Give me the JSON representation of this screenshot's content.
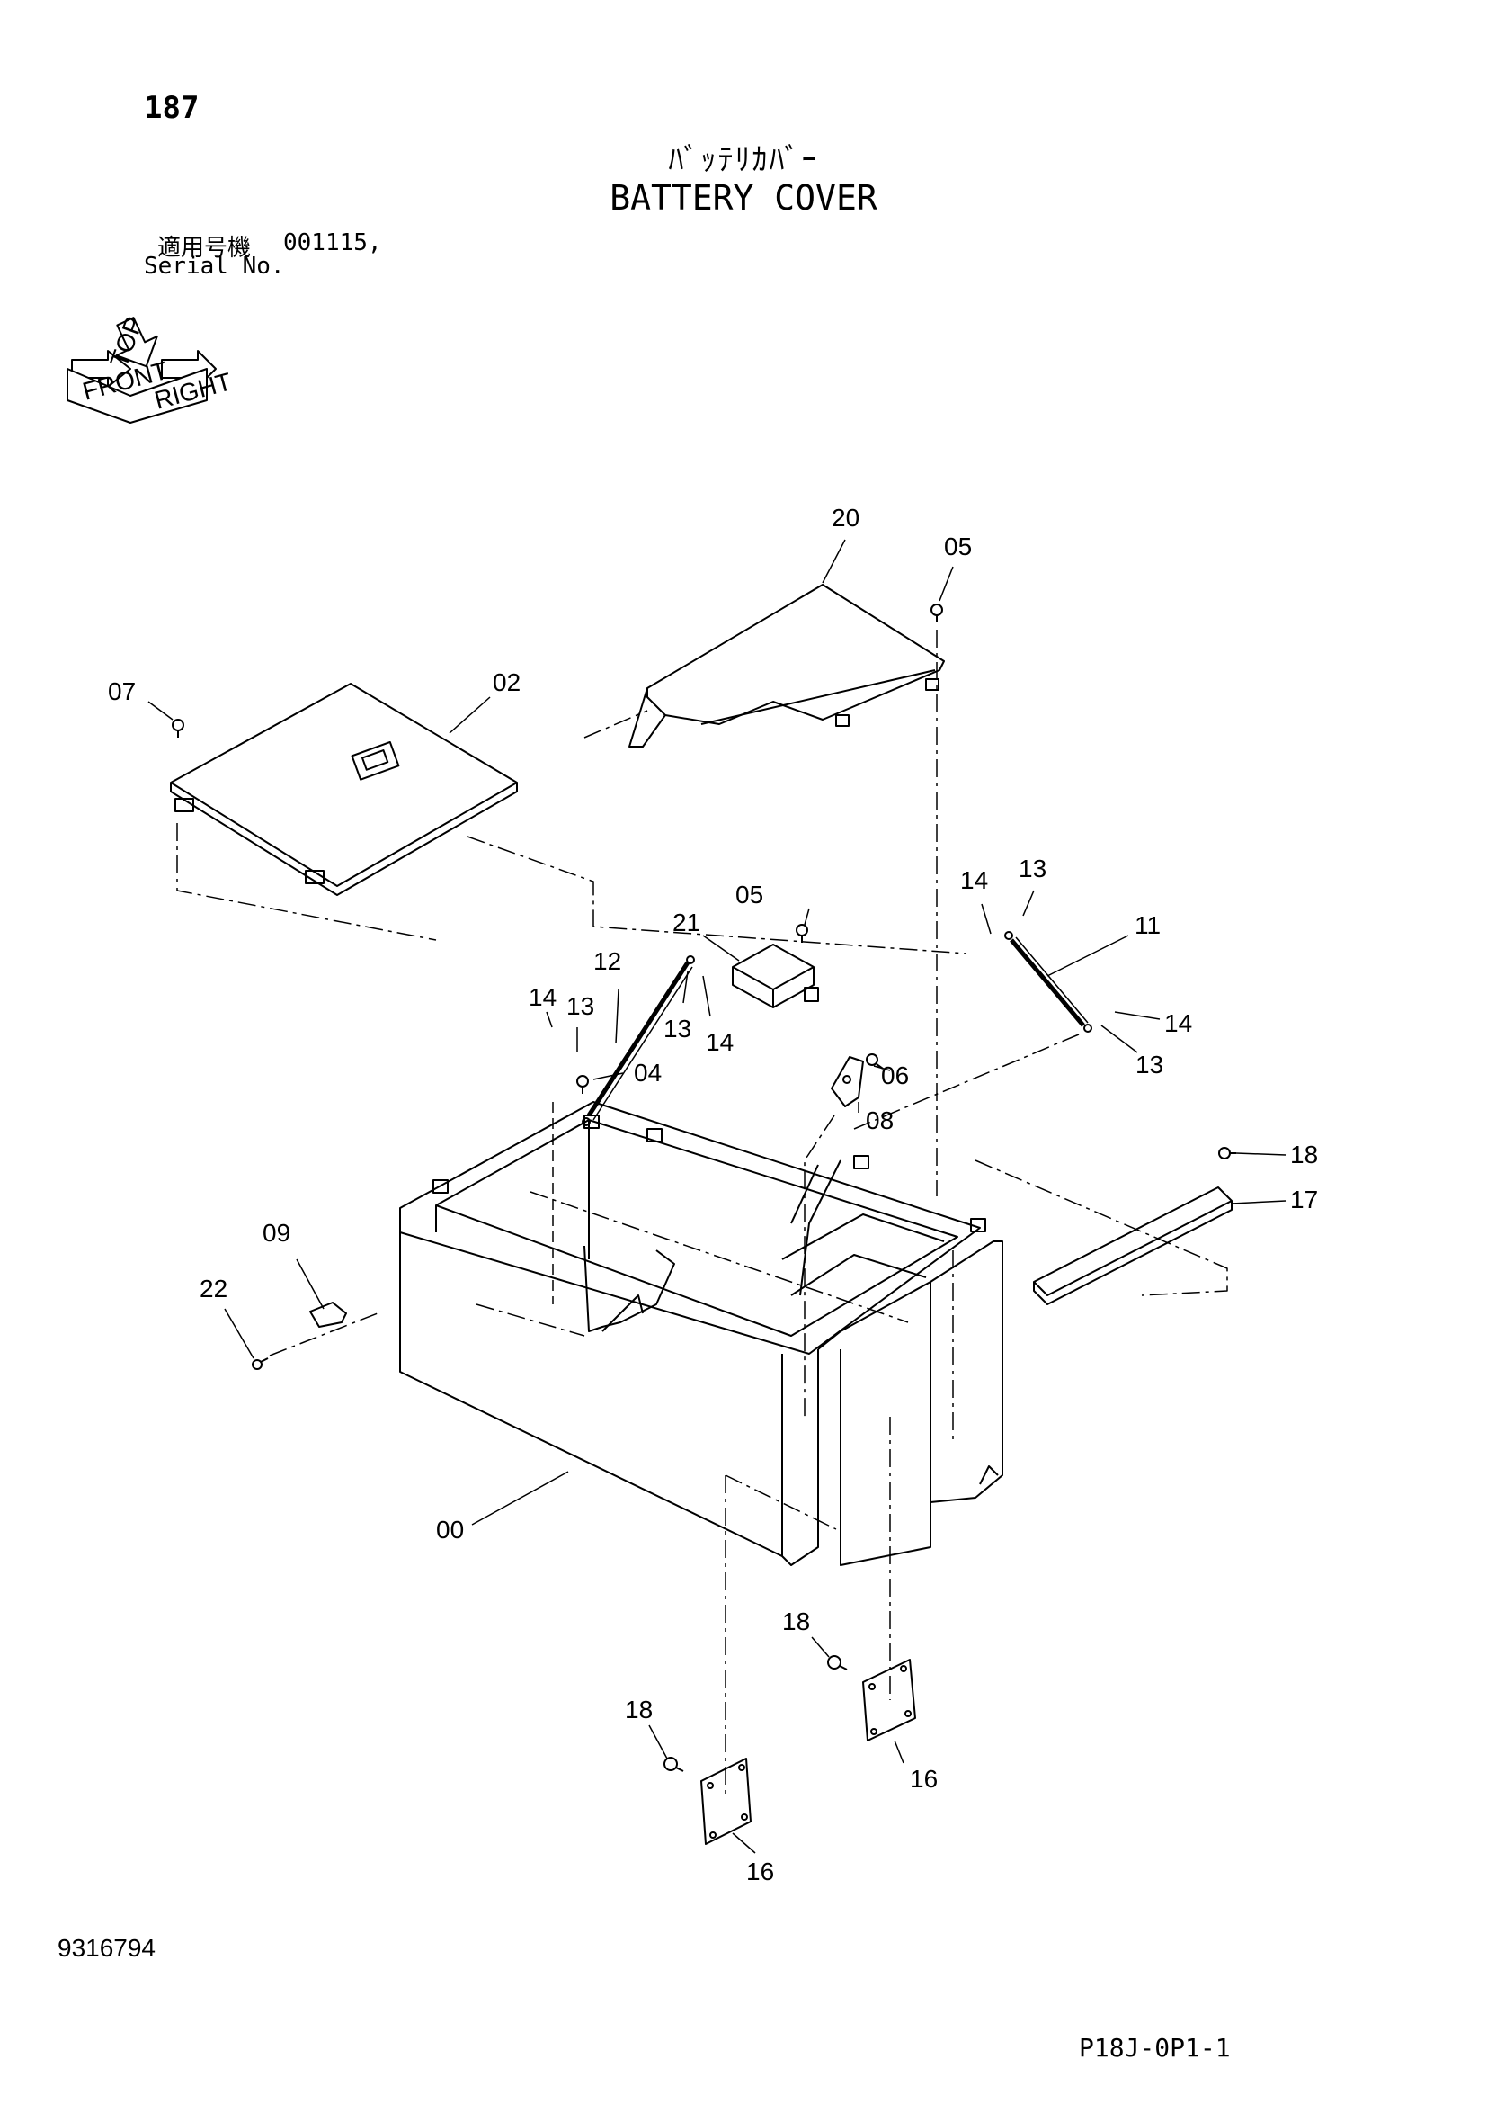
{
  "header": {
    "page_number": "187",
    "title_ja": "ﾊﾞｯﾃﾘｶﾊﾞｰ",
    "title_en": "BATTERY COVER",
    "serial_label_ja": "適用号機",
    "serial_value": "001115,",
    "serial_label_en": "Serial No."
  },
  "orientation_icon": {
    "labels": [
      "FRONT",
      "TOP",
      "RIGHT"
    ]
  },
  "callouts": {
    "c20": "20",
    "c05a": "05",
    "c07": "07",
    "c02": "02",
    "c05b": "05",
    "c21": "21",
    "c12": "12",
    "c14a": "14",
    "c13a": "13",
    "c13b": "13",
    "c14b": "14",
    "c04": "04",
    "c14c": "14",
    "c13c": "13",
    "c11": "11",
    "c14d": "14",
    "c13d": "13",
    "c06": "06",
    "c08": "08",
    "c18a": "18",
    "c17": "17",
    "c09": "09",
    "c22": "22",
    "c00": "00",
    "c18b": "18",
    "c18c": "18",
    "c16a": "16",
    "c16b": "16"
  },
  "footer": {
    "document_number": "9316794",
    "page_code": "P18J-0P1-1"
  }
}
